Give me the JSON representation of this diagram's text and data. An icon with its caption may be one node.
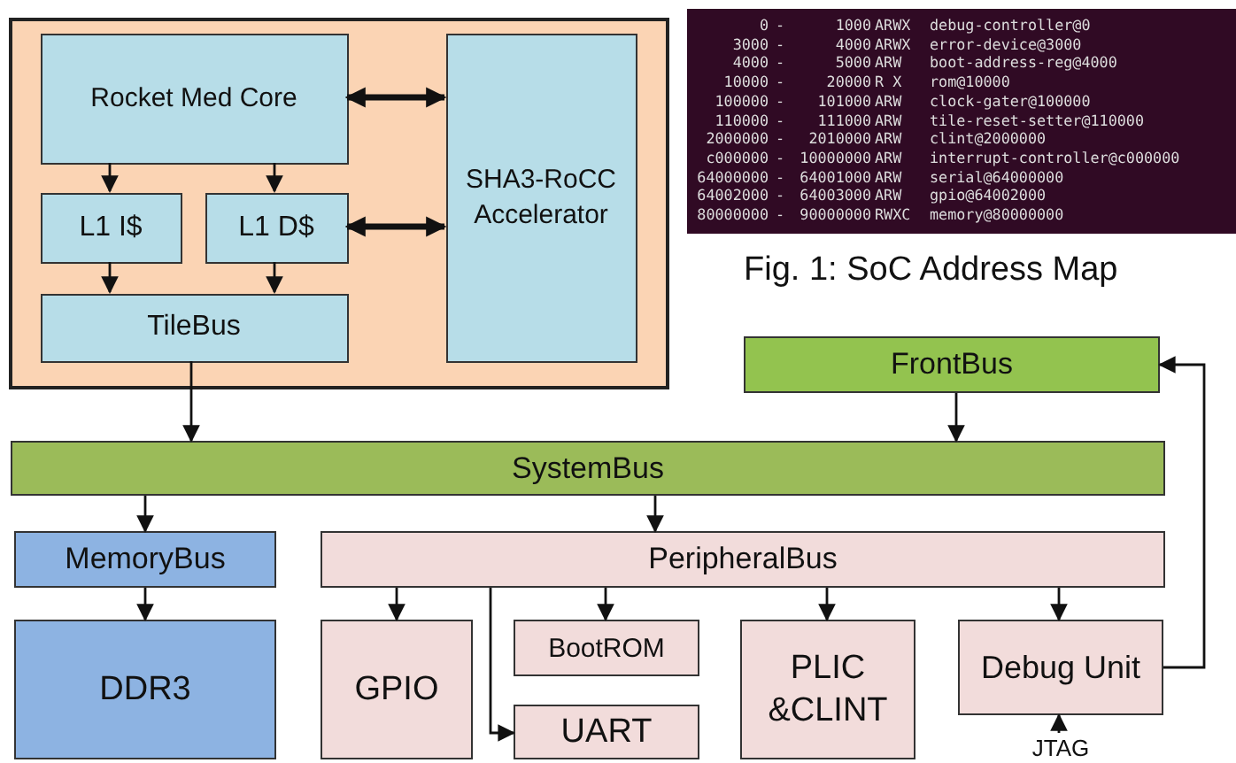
{
  "diagram": {
    "caption": "Fig. 1: SoC Address Map",
    "nodes": [
      {
        "text": [],
        "shape": "box"
      },
      {
        "text": [
          "Rocket Med Core"
        ],
        "in": 0
      },
      {
        "text": [
          "L1 I$"
        ],
        "in": 0
      },
      {
        "text": [
          "L1 D$"
        ],
        "in": 0
      },
      {
        "text": [
          "TileBus"
        ],
        "in": 0
      },
      {
        "text": [
          "SHA3-RoCC Accelerator"
        ],
        "in": 0
      },
      {
        "text": [
          "FrontBus"
        ]
      },
      {
        "text": [
          "SystemBus"
        ]
      },
      {
        "text": [
          "MemoryBus"
        ]
      },
      {
        "text": [
          "PeripheralBus"
        ]
      },
      {
        "text": [
          "DDR3"
        ]
      },
      {
        "text": [
          "GPIO"
        ]
      },
      {
        "text": [
          "BootROM"
        ]
      },
      {
        "text": [
          "UART"
        ]
      },
      {
        "text": [
          "PLIC &CLINT"
        ]
      },
      {
        "text": [
          "Debug Unit"
        ]
      },
      {
        "text": [
          "JTAG"
        ]
      }
    ],
    "edges": [
      {
        "from": 1,
        "to": 2,
        "arrow": "to"
      },
      {
        "from": 1,
        "to": 3,
        "arrow": "to"
      },
      {
        "from": 2,
        "to": 4,
        "arrow": "to"
      },
      {
        "from": 3,
        "to": 4,
        "arrow": "to"
      },
      {
        "from": 1,
        "to": 5,
        "arrow": "both",
        "style": "thick"
      },
      {
        "from": 3,
        "to": 5,
        "arrow": "both",
        "style": "thick"
      },
      {
        "from": 4,
        "to": 7,
        "arrow": "to"
      },
      {
        "from": 6,
        "to": 7,
        "arrow": "to"
      },
      {
        "from": 15,
        "to": 6,
        "arrow": "to"
      },
      {
        "from": 7,
        "to": 8,
        "arrow": "to"
      },
      {
        "from": 7,
        "to": 9,
        "arrow": "to"
      },
      {
        "from": 8,
        "to": 10,
        "arrow": "to"
      },
      {
        "from": 9,
        "to": 11,
        "arrow": "to"
      },
      {
        "from": 9,
        "to": 12,
        "arrow": "to"
      },
      {
        "from": 9,
        "to": 13,
        "arrow": "to"
      },
      {
        "from": 9,
        "to": 14,
        "arrow": "to"
      },
      {
        "from": 9,
        "to": 15,
        "arrow": "to"
      },
      {
        "from": 16,
        "to": 15,
        "arrow": "to"
      }
    ],
    "labels": [
      "0",
      "-",
      "1000",
      "ARWX",
      "debug-controller@0",
      "3000",
      "-",
      "4000",
      "ARWX",
      "error-device@3000",
      "4000",
      "-",
      "5000",
      "ARW",
      "boot-address-reg@4000",
      "10000",
      "-",
      "20000",
      "R X",
      "rom@10000",
      "100000",
      "-",
      "101000",
      "ARW",
      "clock-gater@100000",
      "110000",
      "-",
      "111000",
      "ARW",
      "tile-reset-setter@110000",
      "2000000",
      "-",
      "2010000",
      "ARW",
      "clint@2000000",
      "c000000",
      "-",
      "10000000",
      "ARW",
      "interrupt-controller@c000000",
      "64000000",
      "-",
      "64001000",
      "ARW",
      "serial@64000000",
      "64002000",
      "-",
      "64003000",
      "ARW",
      "gpio@64002000",
      "80000000",
      "-",
      "90000000",
      "RWXC",
      "memory@80000000"
    ]
  }
}
